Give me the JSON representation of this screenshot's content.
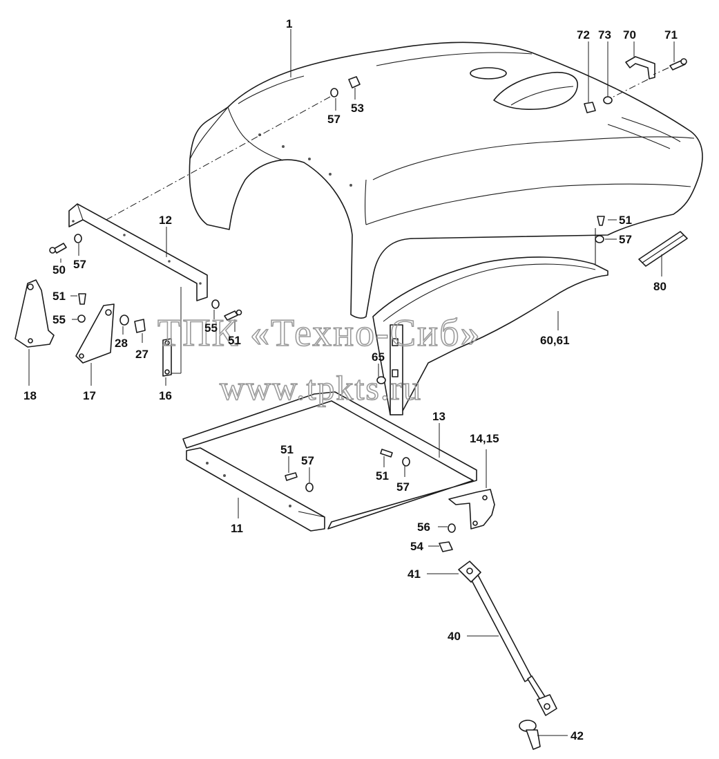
{
  "watermark": {
    "line1": "ТПК «Техно-Сиб»",
    "line2": "www.tpkts.ru"
  },
  "labels": {
    "l1": "1",
    "l72": "72",
    "l73": "73",
    "l70": "70",
    "l71": "71",
    "l57a": "57",
    "l53": "53",
    "l12": "12",
    "l50": "50",
    "l57b": "57",
    "l51a": "51",
    "l55a": "55",
    "l28": "28",
    "l27": "27",
    "l55b": "55",
    "l51b": "51",
    "l18": "18",
    "l17": "17",
    "l16": "16",
    "l51c": "51",
    "l57c": "57",
    "l80": "80",
    "l6061": "60,61",
    "l65": "65",
    "l13": "13",
    "l1415": "14,15",
    "l51d": "51",
    "l57d": "57",
    "l51e": "51",
    "l57e": "57",
    "l11": "11",
    "l56": "56",
    "l54": "54",
    "l41": "41",
    "l40": "40",
    "l42": "42"
  }
}
